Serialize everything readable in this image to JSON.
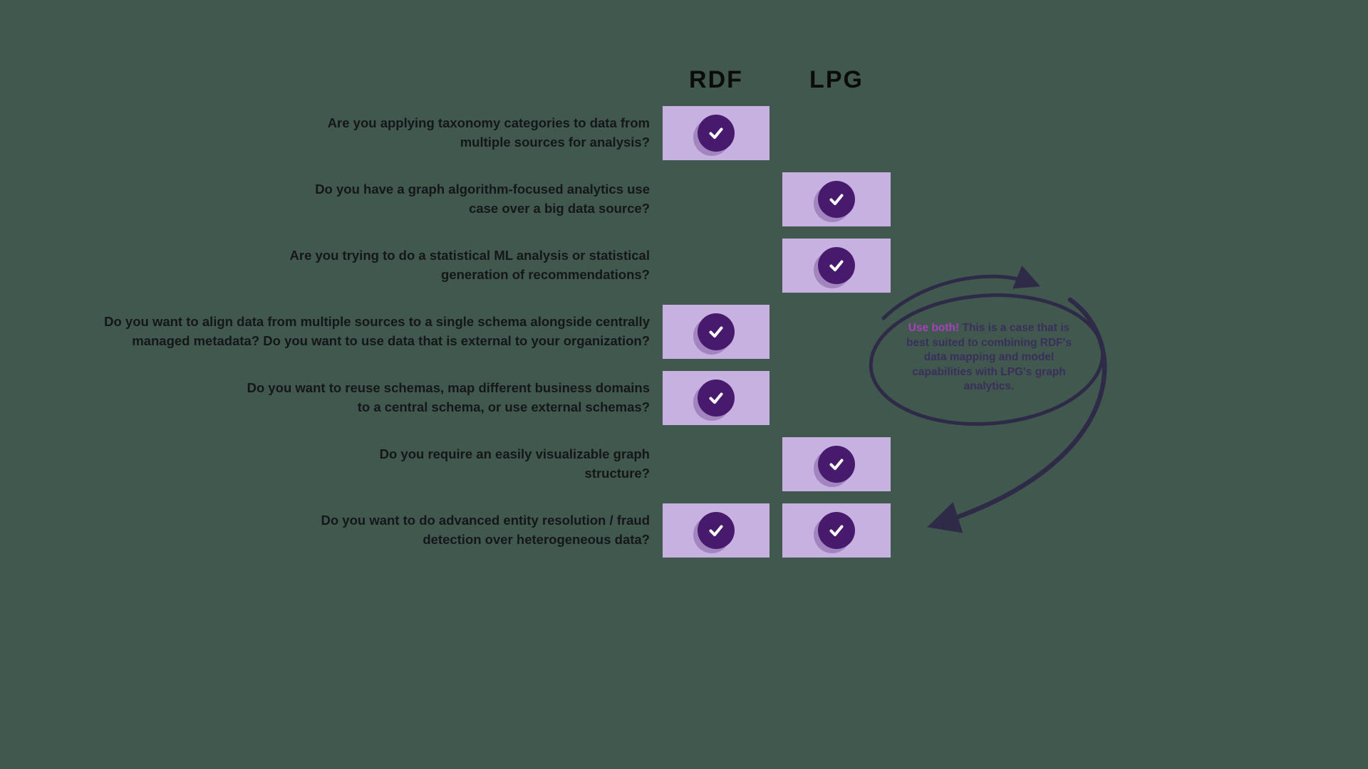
{
  "header": {
    "rdf": "RDF",
    "lpg": "LPG"
  },
  "rows": [
    {
      "question": "Are you applying taxonomy categories to data from\nmultiple sources for analysis?",
      "rdf": true,
      "lpg": false
    },
    {
      "question": "Do you have a graph algorithm-focused analytics use\ncase over a big data source?",
      "rdf": false,
      "lpg": true
    },
    {
      "question": "Are you trying to do a statistical ML analysis or statistical\ngeneration of recommendations?",
      "rdf": false,
      "lpg": true
    },
    {
      "question": "Do you want to align data from multiple sources to a single schema alongside centrally\nmanaged metadata? Do you want to use data that is external to your organization?",
      "rdf": true,
      "lpg": false
    },
    {
      "question": "Do you want to reuse schemas, map different business domains\nto a central schema, or use external schemas?",
      "rdf": true,
      "lpg": false
    },
    {
      "question": "Do you require an easily visualizable graph\nstructure?",
      "rdf": false,
      "lpg": true
    },
    {
      "question": "Do you want to do advanced entity resolution / fraud\ndetection over heterogeneous data?",
      "rdf": true,
      "lpg": true
    }
  ],
  "annotation": {
    "highlight": "Use both!",
    "body": "This is a case that is best suited to combining RDF's data mapping and model capabilities with LPG's graph analytics."
  },
  "colors": {
    "background": "#40584D",
    "cell": "#C7B1E0",
    "check_circle": "#471A6E",
    "check_mark": "#FFFFFF",
    "annotation_outline": "#2E2A47",
    "annotation_highlight": "#AC3FC0",
    "annotation_text": "#3A2F5C",
    "question_text": "#15161A",
    "header_text": "#0B0B0B"
  }
}
